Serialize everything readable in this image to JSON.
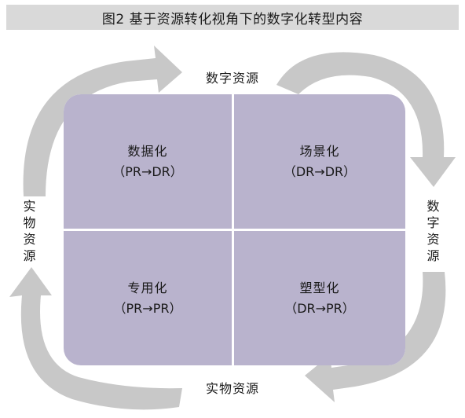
{
  "title": "图2  基于资源转化视角下的数字化转型内容",
  "labels": {
    "top": "数字资源",
    "bottom": "实物资源",
    "left": "实物资源",
    "right": "数字资源"
  },
  "quadrants": {
    "top_left": {
      "name": "数据化",
      "formula": "（PR→DR）"
    },
    "top_right": {
      "name": "场景化",
      "formula": "（DR→DR）"
    },
    "bottom_left": {
      "name": "专用化",
      "formula": "（PR→PR）"
    },
    "bottom_right": {
      "name": "塑型化",
      "formula": "（DR→PR）"
    }
  },
  "colors": {
    "title_bg": "#d9d9d9",
    "quadrant_fill": "#b9b3cd",
    "arrow": "#c8c8c8"
  }
}
